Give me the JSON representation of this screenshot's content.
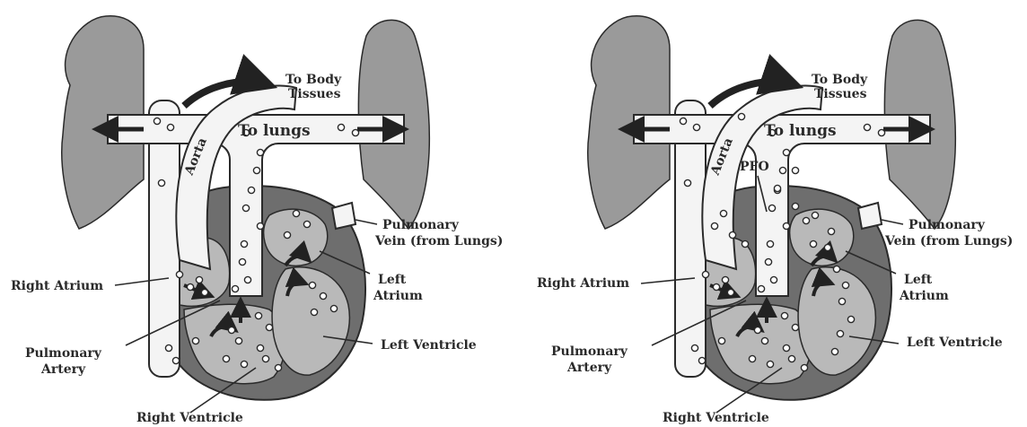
{
  "panels": [
    {
      "id": "normal",
      "labels": {
        "to_body_line1": "To Body",
        "to_body_line2": "Tissues",
        "to_lungs": "To lungs",
        "aorta": "Aorta",
        "pulmonary_vein_line1": "Pulmonary",
        "pulmonary_vein_line2": "Vein (from Lungs)",
        "right_atrium": "Right Atrium",
        "left_atrium_line1": "Left",
        "left_atrium_line2": "Atrium",
        "pulmonary_artery_line1": "Pulmonary",
        "pulmonary_artery_line2": "Artery",
        "left_ventricle": "Left Ventricle",
        "right_ventricle": "Right Ventricle"
      }
    },
    {
      "id": "pfo",
      "labels": {
        "to_body_line1": "To Body",
        "to_body_line2": "Tissues",
        "to_lungs": "To lungs",
        "aorta": "Aorta",
        "pfo": "PFO",
        "pulmonary_vein_line1": "Pulmonary",
        "pulmonary_vein_line2": "Vein (from Lungs)",
        "right_atrium": "Right Atrium",
        "left_atrium_line1": "Left",
        "left_atrium_line2": "Atrium",
        "pulmonary_artery_line1": "Pulmonary",
        "pulmonary_artery_line2": "Artery",
        "left_ventricle": "Left Ventricle",
        "right_ventricle": "Right Ventricle"
      }
    }
  ],
  "colors": {
    "lung": "#9a9a9a",
    "heart_outer": "#6e6e6e",
    "heart_chamber": "#b9b9b9",
    "vessel": "#f4f4f4",
    "outline": "#2a2a2a"
  }
}
